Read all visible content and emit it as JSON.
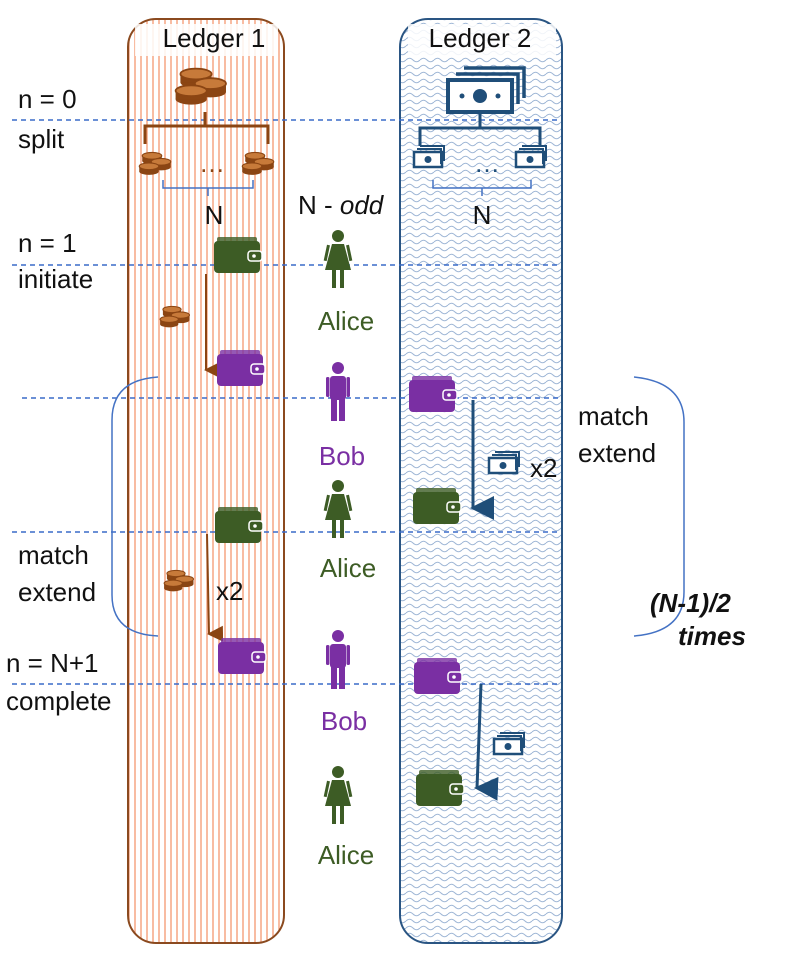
{
  "ledgers": {
    "ledger1": "Ledger 1",
    "ledger2": "Ledger 2"
  },
  "phases": {
    "n0": "n = 0",
    "split": "split",
    "n1": "n = 1",
    "initiate": "initiate",
    "nN1": "n = N+1",
    "complete": "complete"
  },
  "split_labels": {
    "n_ledger1": "N",
    "n_ledger2": "N",
    "ellipsis": "…"
  },
  "n_odd": {
    "prefix": "N - ",
    "odd": "odd"
  },
  "participants": {
    "alice": "Alice",
    "bob": "Bob"
  },
  "match_extend_right": {
    "line1": "match",
    "line2": "extend"
  },
  "match_extend_left": {
    "line1": "match",
    "line2": "extend"
  },
  "multipliers": {
    "ledger1": "x2",
    "ledger2": "x2"
  },
  "repeat": {
    "line1": "(N-1)/2",
    "line2": "times"
  },
  "colors": {
    "ledger1_border": "#8b4a1f",
    "ledger1_stripes": "#f4a07a",
    "ledger2_border": "#2a5583",
    "ledger2_pattern": "#9fb7d6",
    "coin": "#8b4513",
    "bill": "#1f4e79",
    "wallet_alice": "#3d5c25",
    "wallet_bob": "#7a2fa3",
    "guide_line": "#3a6bc9",
    "brace": "#4472c4"
  },
  "icons": [
    "coins-icon",
    "banknote-icon",
    "wallet-icon",
    "woman-icon",
    "man-icon"
  ]
}
